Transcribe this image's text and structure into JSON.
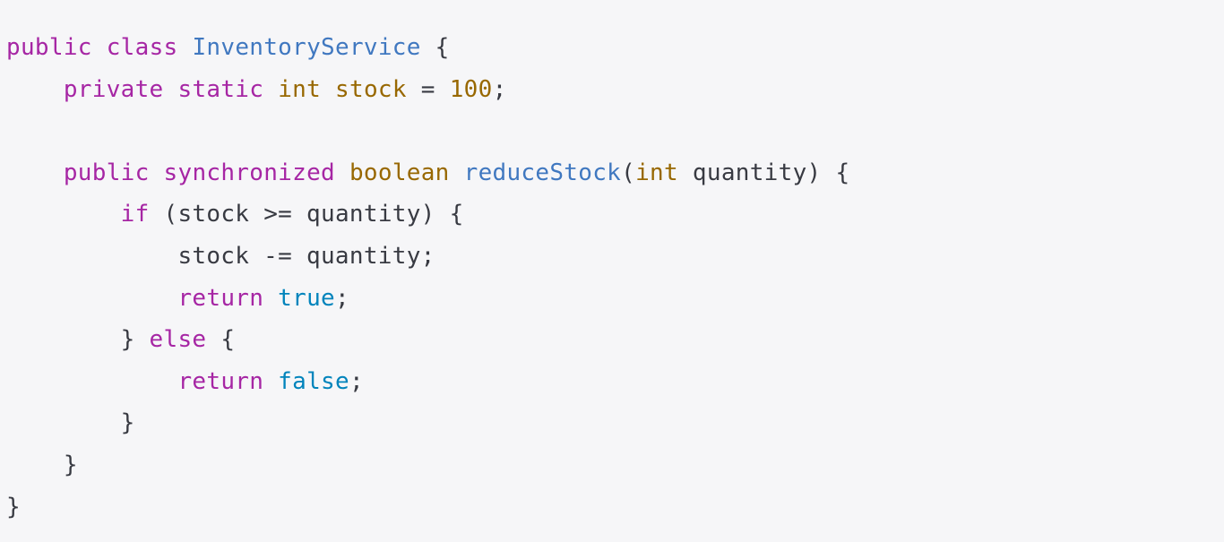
{
  "code": {
    "language": "java",
    "colors": {
      "background": "#f6f6f8",
      "keyword": "#a626a4",
      "type": "#986801",
      "class_name": "#4078c0",
      "literal": "#0184bc",
      "plain": "#383a42"
    },
    "lines": [
      [
        "public",
        " ",
        "class",
        " ",
        "InventoryService",
        " {"
      ],
      [
        "    ",
        "private",
        " ",
        "static",
        " ",
        "int",
        " ",
        "stock",
        " = ",
        "100",
        ";"
      ],
      [
        ""
      ],
      [
        "    ",
        "public",
        " ",
        "synchronized",
        " ",
        "boolean",
        " ",
        "reduceStock",
        "(",
        "int",
        " quantity) {"
      ],
      [
        "        ",
        "if",
        " (stock >= quantity) {"
      ],
      [
        "            stock -= quantity;"
      ],
      [
        "            ",
        "return",
        " ",
        "true",
        ";"
      ],
      [
        "        } ",
        "else",
        " {"
      ],
      [
        "            ",
        "return",
        " ",
        "false",
        ";"
      ],
      [
        "        }"
      ],
      [
        "    }"
      ],
      [
        "}"
      ]
    ]
  }
}
